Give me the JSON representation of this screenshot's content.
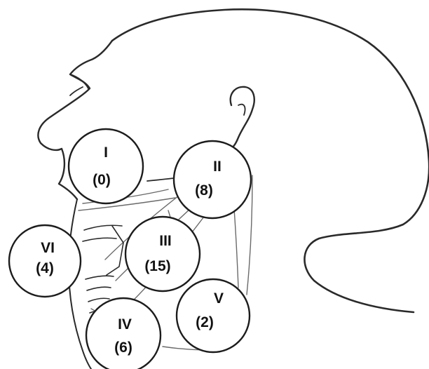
{
  "nodes": [
    {
      "id": "I",
      "level": "I",
      "count": "(0)"
    },
    {
      "id": "II",
      "level": "II",
      "count": "(8)"
    },
    {
      "id": "III",
      "level": "III",
      "count": "(15)"
    },
    {
      "id": "IV",
      "level": "IV",
      "count": "(6)"
    },
    {
      "id": "V",
      "level": "V",
      "count": "(2)"
    },
    {
      "id": "VI",
      "level": "VI",
      "count": "(4)"
    }
  ]
}
